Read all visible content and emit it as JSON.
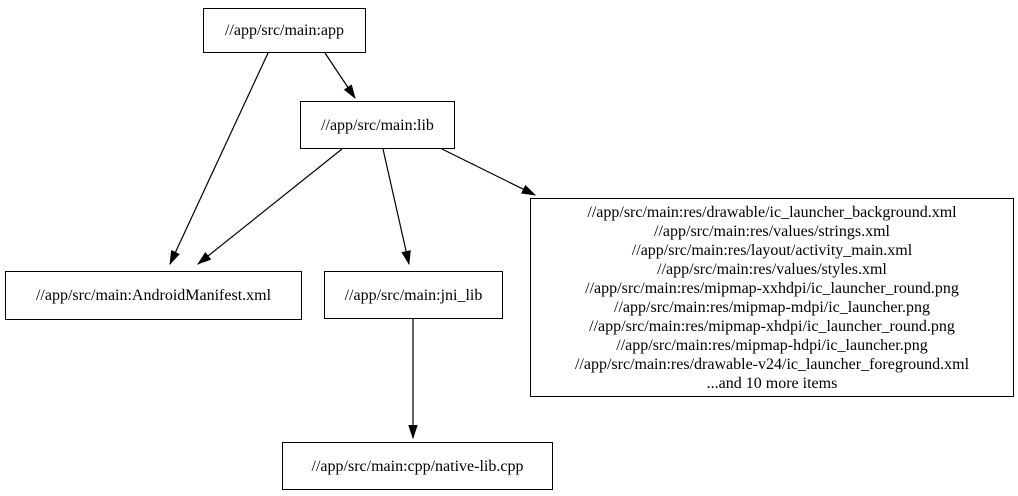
{
  "diagram": {
    "type": "dependency-graph",
    "background_color": "#ffffff",
    "node_border_color": "#000000",
    "text_color": "#000000",
    "nodes": {
      "app": {
        "label": "//app/src/main:app"
      },
      "lib": {
        "label": "//app/src/main:lib"
      },
      "android_manifest": {
        "label": "//app/src/main:AndroidManifest.xml"
      },
      "jni_lib": {
        "label": "//app/src/main:jni_lib"
      },
      "res_files": {
        "lines": [
          "//app/src/main:res/drawable/ic_launcher_background.xml",
          "//app/src/main:res/values/strings.xml",
          "//app/src/main:res/layout/activity_main.xml",
          "//app/src/main:res/values/styles.xml",
          "//app/src/main:res/mipmap-xxhdpi/ic_launcher_round.png",
          "//app/src/main:res/mipmap-mdpi/ic_launcher.png",
          "//app/src/main:res/mipmap-xhdpi/ic_launcher_round.png",
          "//app/src/main:res/mipmap-hdpi/ic_launcher.png",
          "//app/src/main:res/drawable-v24/ic_launcher_foreground.xml",
          "...and 10 more items"
        ]
      },
      "native_lib_cpp": {
        "label": "//app/src/main:cpp/native-lib.cpp"
      }
    },
    "edges": [
      {
        "from": "app",
        "to": "android_manifest"
      },
      {
        "from": "app",
        "to": "lib"
      },
      {
        "from": "lib",
        "to": "android_manifest"
      },
      {
        "from": "lib",
        "to": "jni_lib"
      },
      {
        "from": "lib",
        "to": "res_files"
      },
      {
        "from": "jni_lib",
        "to": "native_lib_cpp"
      }
    ]
  }
}
